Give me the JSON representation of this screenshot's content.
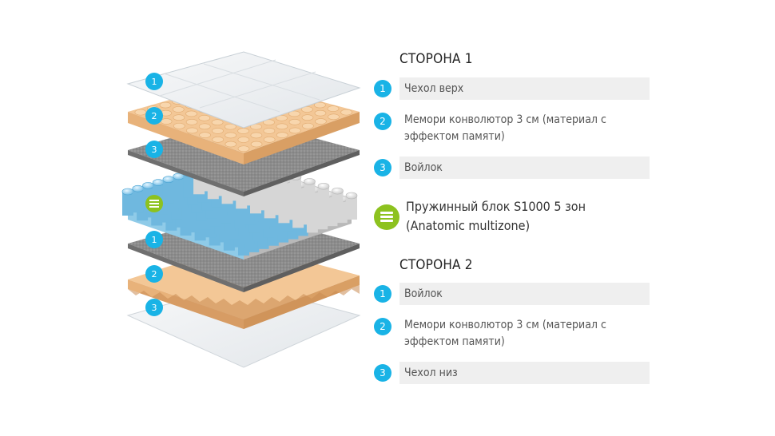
{
  "side1": {
    "title": "СТОРОНА 1",
    "items": [
      {
        "num": "1",
        "label": "Чехол верх"
      },
      {
        "num": "2",
        "label_line1": "Мемори конволютор 3 см (материал с",
        "label_line2": "эффектом памяти)"
      },
      {
        "num": "3",
        "label": "Войлок"
      }
    ]
  },
  "spring": {
    "label_line1": "Пружинный блок S1000 5 зон",
    "label_line2": "(Anatomic multizone)",
    "icon": "stack-icon",
    "color": "#8dc21f"
  },
  "side2": {
    "title": "СТОРОНА 2",
    "items": [
      {
        "num": "1",
        "label": "Войлок"
      },
      {
        "num": "2",
        "label_line1": "Мемори конволютор 3 см (материал с",
        "label_line2": "эффектом памяти)"
      },
      {
        "num": "3",
        "label": "Чехол низ"
      }
    ]
  },
  "illustration": {
    "badges_top": [
      "1",
      "2",
      "3"
    ],
    "badges_bottom": [
      "1",
      "2",
      "3"
    ]
  },
  "colors": {
    "badge": "#19b3e6",
    "spring_badge": "#8dc21f",
    "foam": "#f3c796",
    "felt": "#8f8f8f",
    "cover": "#eef1f3",
    "spring_blue": "#7fc6e8"
  }
}
